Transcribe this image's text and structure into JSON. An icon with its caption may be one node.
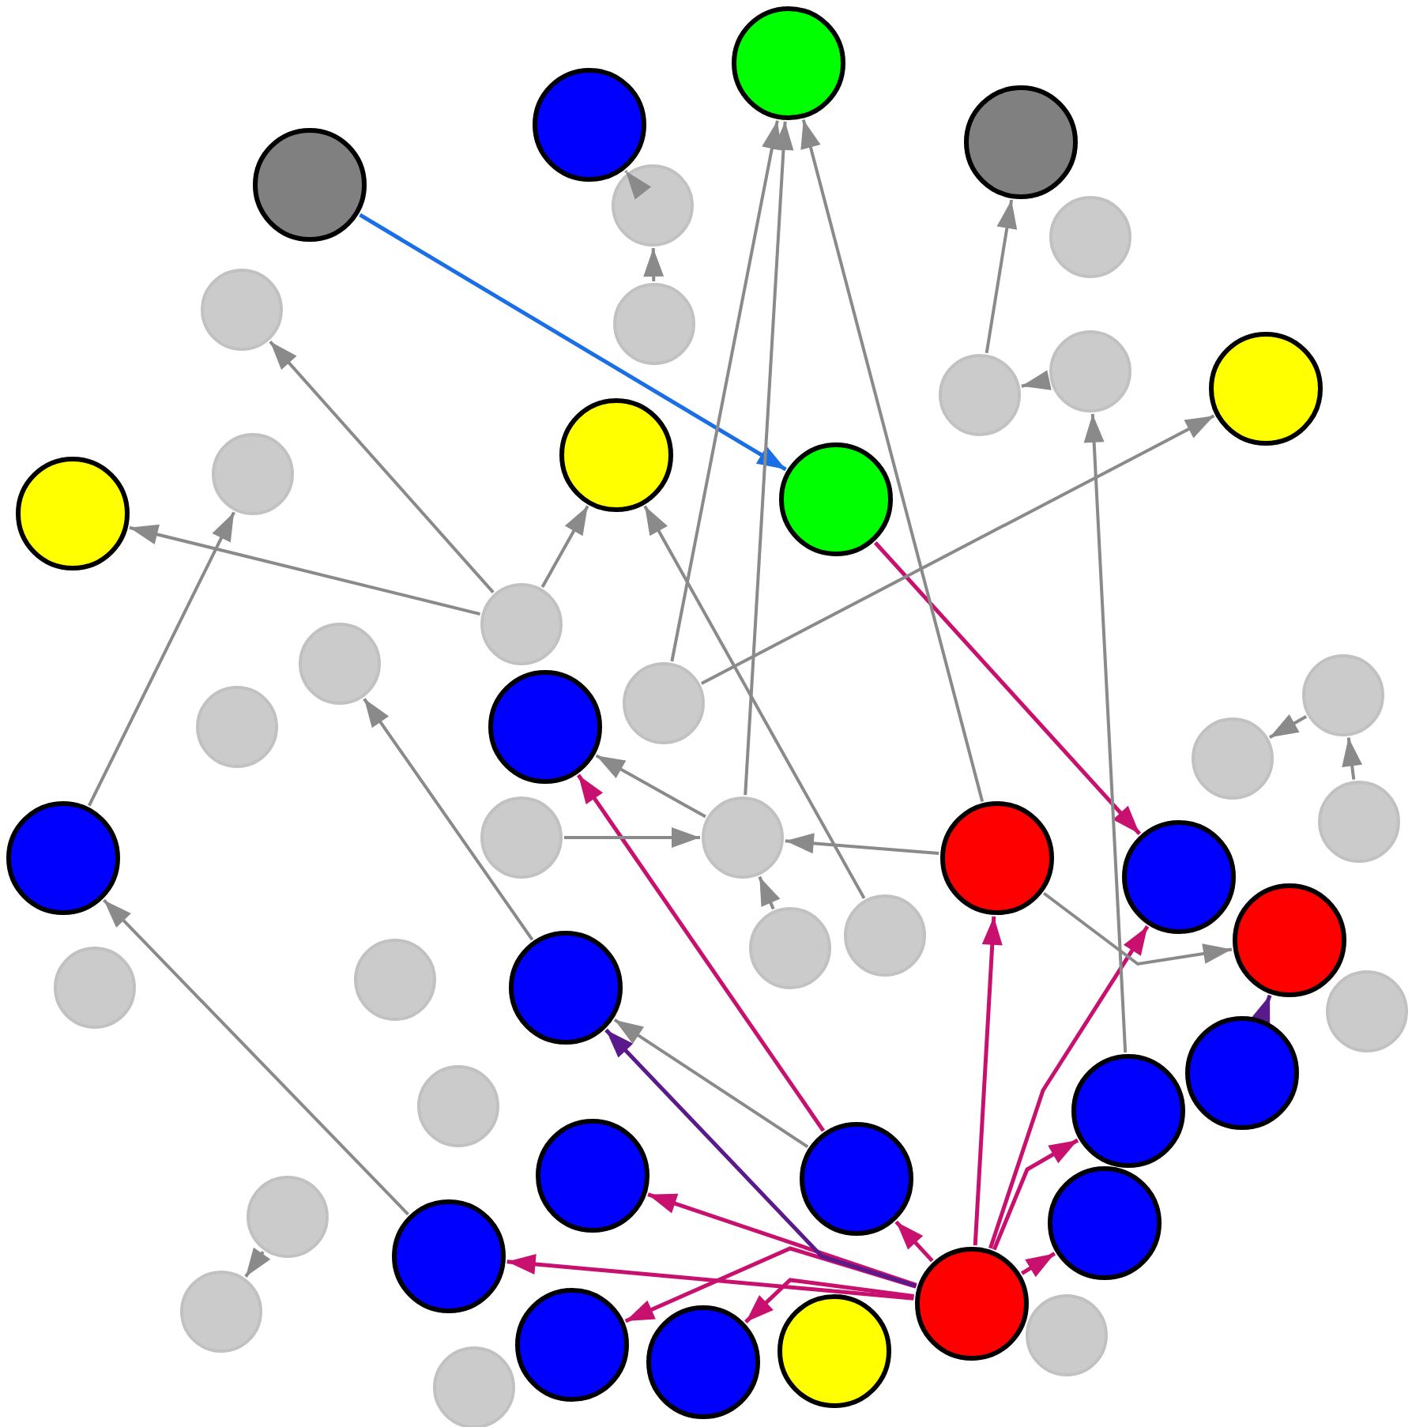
{
  "diagram": {
    "nodes": [
      {
        "text": [],
        "shape": "circle"
      },
      {
        "text": [],
        "shape": "circle"
      },
      {
        "text": [],
        "shape": "circle"
      },
      {
        "text": [],
        "shape": "circle"
      },
      {
        "text": [],
        "shape": "circle"
      },
      {
        "text": [],
        "shape": "circle"
      },
      {
        "text": [],
        "shape": "circle"
      },
      {
        "text": [],
        "shape": "circle"
      },
      {
        "text": [],
        "shape": "circle"
      },
      {
        "text": [],
        "shape": "circle"
      },
      {
        "text": [],
        "shape": "circle"
      },
      {
        "text": [],
        "shape": "circle"
      },
      {
        "text": [],
        "shape": "circle"
      },
      {
        "text": [],
        "shape": "circle"
      },
      {
        "text": [],
        "shape": "circle"
      },
      {
        "text": [],
        "shape": "circle"
      },
      {
        "text": [],
        "shape": "circle"
      },
      {
        "text": [],
        "shape": "circle"
      },
      {
        "text": [],
        "shape": "circle"
      },
      {
        "text": [],
        "shape": "circle"
      },
      {
        "text": [],
        "shape": "circle"
      },
      {
        "text": [],
        "shape": "circle"
      },
      {
        "text": [],
        "shape": "circle"
      },
      {
        "text": [],
        "shape": "circle"
      },
      {
        "text": [],
        "shape": "circle"
      },
      {
        "text": [],
        "shape": "circle"
      },
      {
        "text": [],
        "shape": "circle"
      },
      {
        "text": [],
        "shape": "circle"
      },
      {
        "text": [],
        "shape": "circle"
      },
      {
        "text": [],
        "shape": "circle"
      },
      {
        "text": [],
        "shape": "circle"
      },
      {
        "text": [],
        "shape": "circle"
      },
      {
        "text": [],
        "shape": "circle"
      },
      {
        "text": [],
        "shape": "circle"
      },
      {
        "text": [],
        "shape": "circle"
      },
      {
        "text": [],
        "shape": "circle"
      },
      {
        "text": [],
        "shape": "circle"
      },
      {
        "text": [],
        "shape": "circle"
      },
      {
        "text": [],
        "shape": "circle"
      },
      {
        "text": [],
        "shape": "circle"
      },
      {
        "text": [],
        "shape": "circle"
      },
      {
        "text": [],
        "shape": "circle"
      },
      {
        "text": [],
        "shape": "circle"
      },
      {
        "text": [],
        "shape": "circle"
      },
      {
        "text": [],
        "shape": "circle"
      },
      {
        "text": [],
        "shape": "circle"
      },
      {
        "text": [],
        "shape": "circle"
      },
      {
        "text": [],
        "shape": "circle"
      },
      {
        "text": [],
        "shape": "circle"
      },
      {
        "text": [],
        "shape": "circle"
      }
    ],
    "edges": [
      {
        "from": 2,
        "to": 6,
        "arrow": "to",
        "color": "#1a6ee6"
      },
      {
        "from": 6,
        "to": 10,
        "arrow": "to",
        "color": "#c8106e"
      },
      {
        "from": 17,
        "to": 8,
        "arrow": "to",
        "color": "#c8106e"
      },
      {
        "from": 19,
        "to": 9,
        "arrow": "to",
        "color": "#c8106e"
      },
      {
        "from": 19,
        "to": 10,
        "arrow": "to",
        "color": "#c8106e"
      },
      {
        "from": 19,
        "to": 16,
        "arrow": "to",
        "color": "#c8106e"
      },
      {
        "from": 19,
        "to": 20,
        "arrow": "to",
        "color": "#c8106e"
      },
      {
        "from": 19,
        "to": 21,
        "arrow": "to",
        "color": "#c8106e"
      },
      {
        "from": 19,
        "to": 22,
        "arrow": "to",
        "color": "#c8106e"
      },
      {
        "from": 19,
        "to": 15,
        "arrow": "to",
        "color": "#c8106e"
      },
      {
        "from": 19,
        "to": 18,
        "arrow": "to",
        "color": "#c8106e"
      },
      {
        "from": 19,
        "to": 17,
        "arrow": "to",
        "color": "#c8106e"
      },
      {
        "from": 19,
        "to": 13,
        "arrow": "to",
        "color": "#5a1a8c"
      },
      {
        "from": 14,
        "to": 12,
        "arrow": "to",
        "color": "#5a1a8c"
      },
      {
        "from": 34,
        "to": 0,
        "arrow": "to"
      },
      {
        "from": 36,
        "to": 0,
        "arrow": "to"
      },
      {
        "from": 9,
        "to": 0,
        "arrow": "to"
      },
      {
        "from": 27,
        "to": 24,
        "arrow": "to"
      },
      {
        "from": 24,
        "to": 1,
        "arrow": "to"
      },
      {
        "from": 28,
        "to": 3,
        "arrow": "to"
      },
      {
        "from": 29,
        "to": 28,
        "arrow": "to"
      },
      {
        "from": 15,
        "to": 29,
        "arrow": "to"
      },
      {
        "from": 36,
        "to": 4,
        "arrow": "to"
      },
      {
        "from": 33,
        "to": 5,
        "arrow": "to"
      },
      {
        "from": 37,
        "to": 5,
        "arrow": "to"
      },
      {
        "from": 33,
        "to": 7,
        "arrow": "to"
      },
      {
        "from": 33,
        "to": 26,
        "arrow": "to"
      },
      {
        "from": 11,
        "to": 31,
        "arrow": "to"
      },
      {
        "from": 34,
        "to": 8,
        "arrow": "to"
      },
      {
        "from": 9,
        "to": 34,
        "arrow": "to"
      },
      {
        "from": 9,
        "to": 12,
        "arrow": "to"
      },
      {
        "from": 20,
        "to": 11,
        "arrow": "to"
      },
      {
        "from": 17,
        "to": 13,
        "arrow": "to"
      },
      {
        "from": 13,
        "to": 32,
        "arrow": "to"
      },
      {
        "from": 43,
        "to": 42,
        "arrow": "to"
      },
      {
        "from": 44,
        "to": 43,
        "arrow": "to"
      },
      {
        "from": 46,
        "to": 47,
        "arrow": "to"
      },
      {
        "from": 38,
        "to": 34,
        "arrow": "to"
      },
      {
        "from": 35,
        "to": 34,
        "arrow": "to"
      }
    ]
  }
}
